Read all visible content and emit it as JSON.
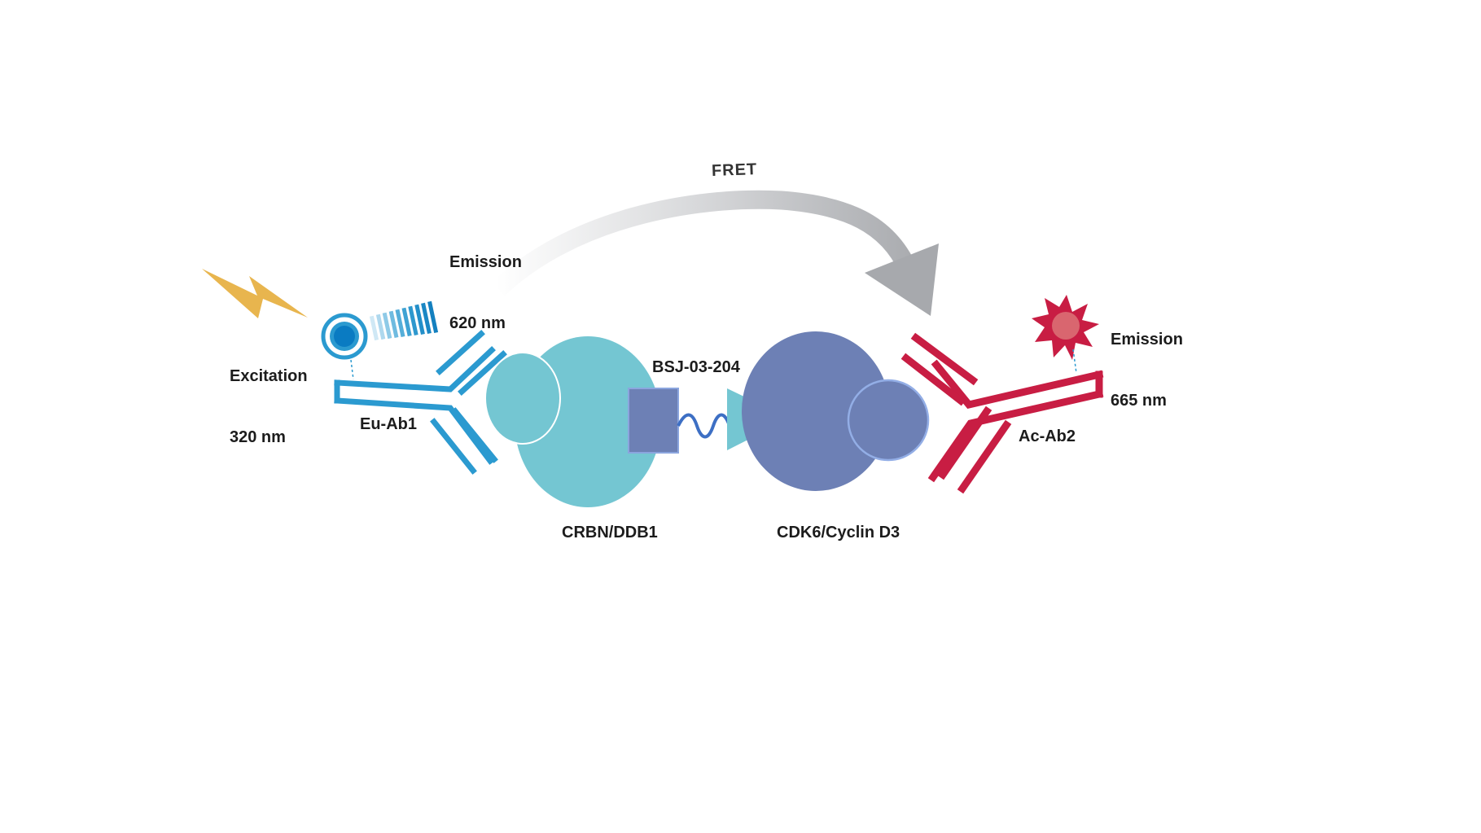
{
  "labels": {
    "fret": "FRET",
    "emission_620": {
      "line1": "Emission",
      "line2": "620 nm"
    },
    "excitation": {
      "line1": "Excitation",
      "line2": "320 nm"
    },
    "eu_ab1": "Eu-Ab1",
    "bsj": "BSJ-03-204",
    "crbn": "CRBN/DDB1",
    "cdk6": "CDK6/Cyclin D3",
    "emission_665": {
      "line1": "Emission",
      "line2": "665 nm"
    },
    "ac_ab2": "Ac-Ab2"
  },
  "colors": {
    "antibody_blue": "#2b9ad0",
    "antibody_red": "#c81d43",
    "crbn_teal": "#74c6d2",
    "cdk6_purple": "#6d80b5",
    "linker_blue": "#3d6fc4",
    "lightning_gold": "#e8b54e",
    "europium_ring": "#2b9ad0",
    "acceptor_star": "#c81d43",
    "acceptor_core": "#d9666f",
    "fret_arrow_gray": "#a7a9ad"
  },
  "icons": {
    "excitation": "lightning-bolt-icon",
    "donor": "europium-chelate-icon",
    "acceptor": "acceptor-starburst-icon"
  }
}
